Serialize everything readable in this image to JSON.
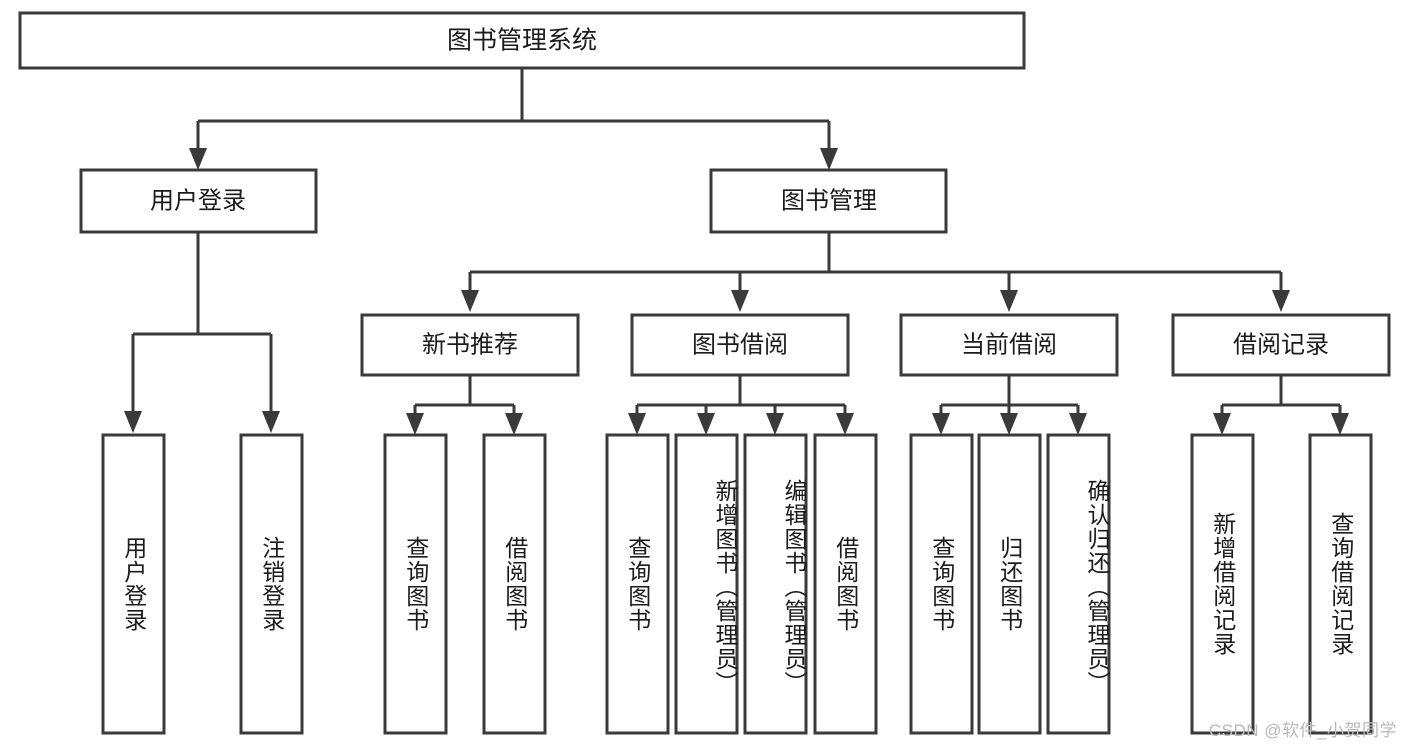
{
  "diagram": {
    "title_node": {
      "label": "图书管理系统"
    },
    "level2": [
      {
        "id": "user-login",
        "label": "用户登录"
      },
      {
        "id": "book-management",
        "label": "图书管理"
      }
    ],
    "level3": [
      {
        "id": "new-book-recommend",
        "label": "新书推荐"
      },
      {
        "id": "book-borrow",
        "label": "图书借阅"
      },
      {
        "id": "current-borrow",
        "label": "当前借阅"
      },
      {
        "id": "borrow-record",
        "label": "借阅记录"
      }
    ],
    "leaves": {
      "user_login": [
        {
          "id": "leaf-user-login",
          "label": "用户登录"
        },
        {
          "id": "leaf-logout-login",
          "label": "注销登录"
        }
      ],
      "new_book_recommend": [
        {
          "id": "leaf-query-book-1",
          "label": "查询图书"
        },
        {
          "id": "leaf-borrow-book-1",
          "label": "借阅图书"
        }
      ],
      "book_borrow": [
        {
          "id": "leaf-query-book-2",
          "label": "查询图书"
        },
        {
          "id": "leaf-add-book",
          "label": "新增图书（管理员）"
        },
        {
          "id": "leaf-edit-book",
          "label": "编辑图书（管理员）"
        },
        {
          "id": "leaf-borrow-book-2",
          "label": "借阅图书"
        }
      ],
      "current_borrow": [
        {
          "id": "leaf-query-book-3",
          "label": "查询图书"
        },
        {
          "id": "leaf-return-book",
          "label": "归还图书"
        },
        {
          "id": "leaf-confirm-return",
          "label": "确认归还（管理员）"
        }
      ],
      "borrow_record": [
        {
          "id": "leaf-add-record",
          "label": "新增借阅记录"
        },
        {
          "id": "leaf-query-record",
          "label": "查询借阅记录"
        }
      ]
    }
  },
  "watermark": {
    "text": "CSDN @软件_小贺同学"
  },
  "colors": {
    "stroke": "#3a3a3a",
    "box_fill": "#ffffff",
    "text": "#1b1b1b",
    "watermark": "#b9b9b9",
    "background": "#ffffff"
  }
}
